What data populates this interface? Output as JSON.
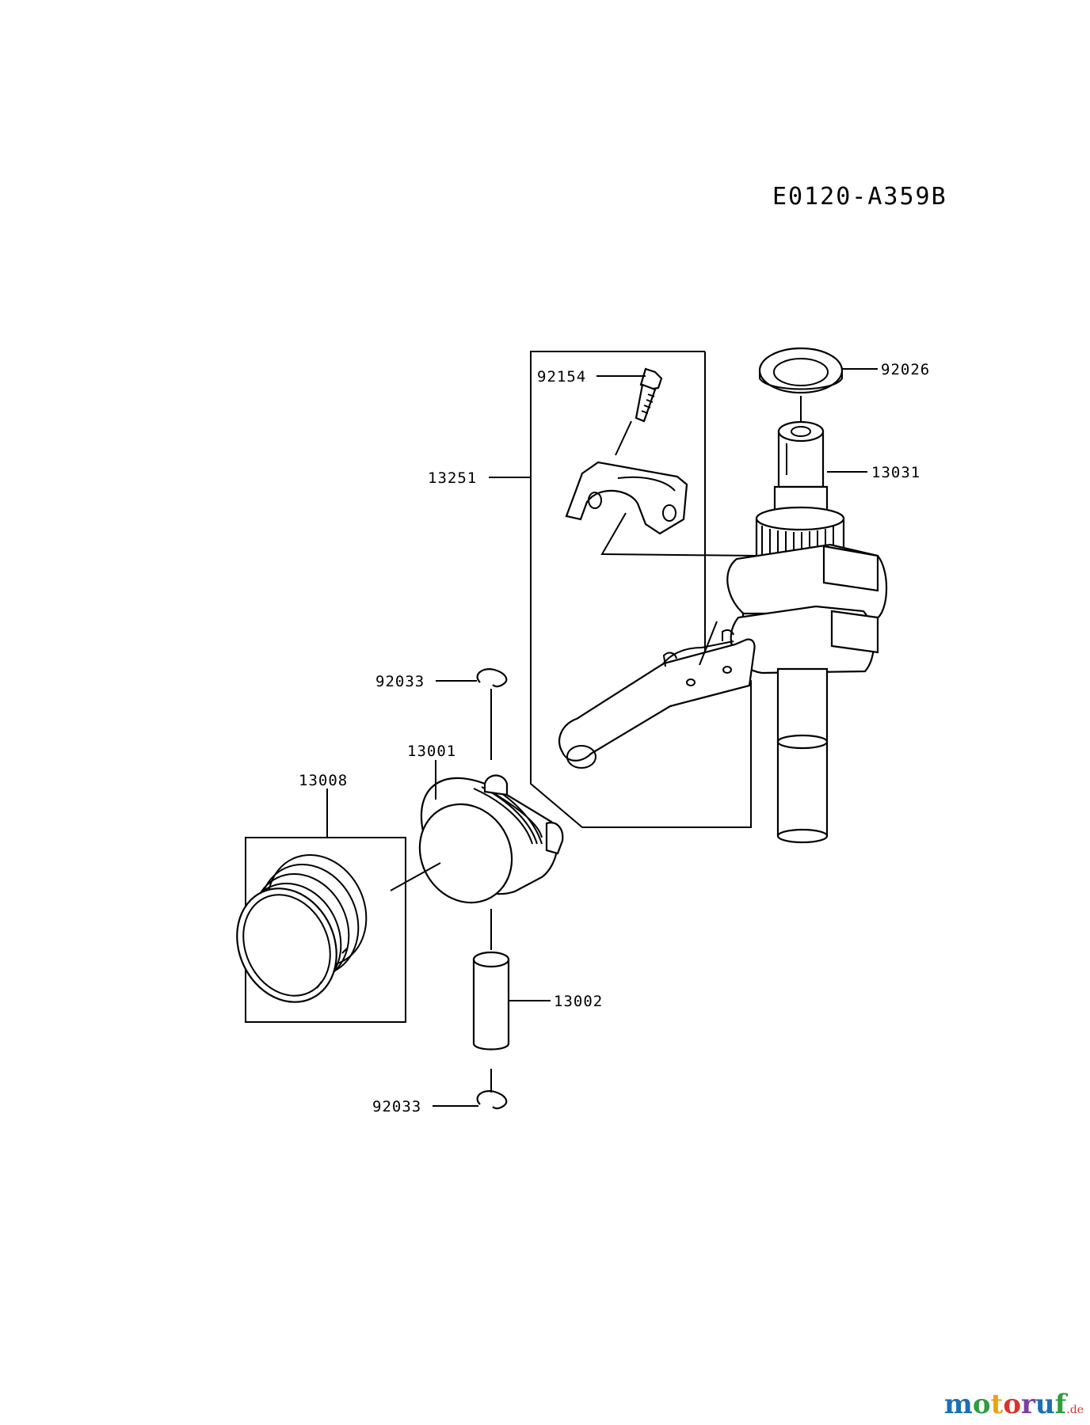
{
  "diagram": {
    "code": "E0120-A359B",
    "labels": {
      "p92154": "92154",
      "p92026": "92026",
      "p13251": "13251",
      "p13031": "13031",
      "p92033_top": "92033",
      "p13001": "13001",
      "p13008": "13008",
      "p13002": "13002",
      "p92033_bottom": "92033"
    }
  },
  "watermark": {
    "text": "motoruf",
    "suffix": ".de",
    "colors": [
      "#1b6fb5",
      "#2e9e3f",
      "#e8a317",
      "#d8352a",
      "#7b3fa0",
      "#1b6fb5",
      "#2e9e3f"
    ]
  }
}
